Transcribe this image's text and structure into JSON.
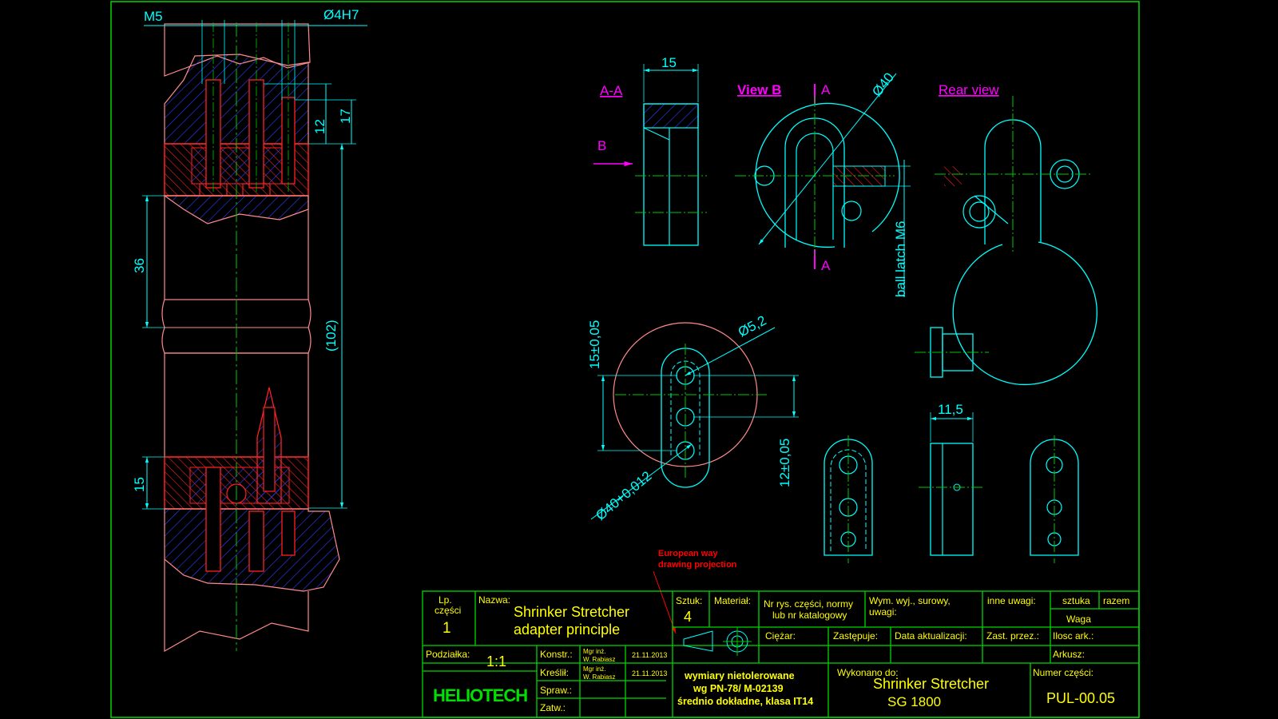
{
  "colors": {
    "background": "#000000",
    "frame": "#00d800",
    "contour": "#00ffff",
    "dimension": "#00ffff",
    "centerline": "#00c800",
    "section_label": "#ff00ff",
    "hatch_red": "#ff2020",
    "hatch_blue": "#3040ff",
    "outline_pink": "#ff8a8a",
    "title_text": "#ffff00",
    "note_red": "#ff0000",
    "logo": "#00e000"
  },
  "dims": {
    "m5": "M5",
    "d4h7": "Ø4H7",
    "d12": "12",
    "d17": "17",
    "d36": "36",
    "d102": "(102)",
    "d15_left": "15",
    "d15_top": "15",
    "d40": "Ø40",
    "d52": "Ø5,2",
    "d15tol": "15±0,05",
    "d12tol": "12±0,05",
    "d40tol": "Ø40+0,012",
    "d115": "11,5",
    "ball_latch": "ball latch M6"
  },
  "labels": {
    "aa": "A-A",
    "view_b": "View B",
    "rear_view": "Rear view",
    "b_arrow": "B",
    "a_top": "A",
    "a_bottom": "A"
  },
  "note": {
    "line1": "European way",
    "line2": "drawing projection"
  },
  "titleblock": {
    "lp_label1": "Lp.",
    "lp_label2": "części",
    "lp_value": "1",
    "nazwa_label": "Nazwa:",
    "nazwa_line1": "Shrinker Stretcher",
    "nazwa_line2": "adapter principle",
    "sztuk_label": "Sztuk:",
    "sztuk_value": "4",
    "material_label": "Materiał:",
    "nr_rys1": "Nr rys. części, normy",
    "nr_rys2": "lub nr katalogowy",
    "wym1": "Wym. wyj., surowy,",
    "wym2": "uwagi:",
    "inne": "inne uwagi:",
    "sztuka": "sztuka",
    "razem": "razem",
    "waga": "Waga",
    "ciezar": "Ciężar:",
    "zastepuje": "Zastępuje:",
    "data_akt": "Data aktualizacji:",
    "zast_przez": "Zast. przez.:",
    "ilosc_ark": "Ilosc  ark.:",
    "arkusz": "Arkusz:",
    "podzialka_label": "Podziałka:",
    "podzialka_value": "1:1",
    "konstr_label": "Konstr.:",
    "kreslil_label": "Kreślił:",
    "spraw_label": "Spraw.:",
    "zatw_label": "Zatw.:",
    "person_title": "Mgr inż.",
    "person_name": "W. Rabiasz",
    "date1": "21.11.2013",
    "date2": "21.11.2013",
    "logo": "HELIOTECH",
    "wymiary1": "wymiary nietolerowane",
    "wymiary2": "wg PN-78/ M-02139",
    "wymiary3": "średnio dokładne, klasa IT14",
    "wykonano_label": "Wykonano do:",
    "wykonano1": "Shrinker Stretcher",
    "wykonano2": "SG 1800",
    "numer_label": "Numer części:",
    "numer_value": "PUL-00.05"
  }
}
